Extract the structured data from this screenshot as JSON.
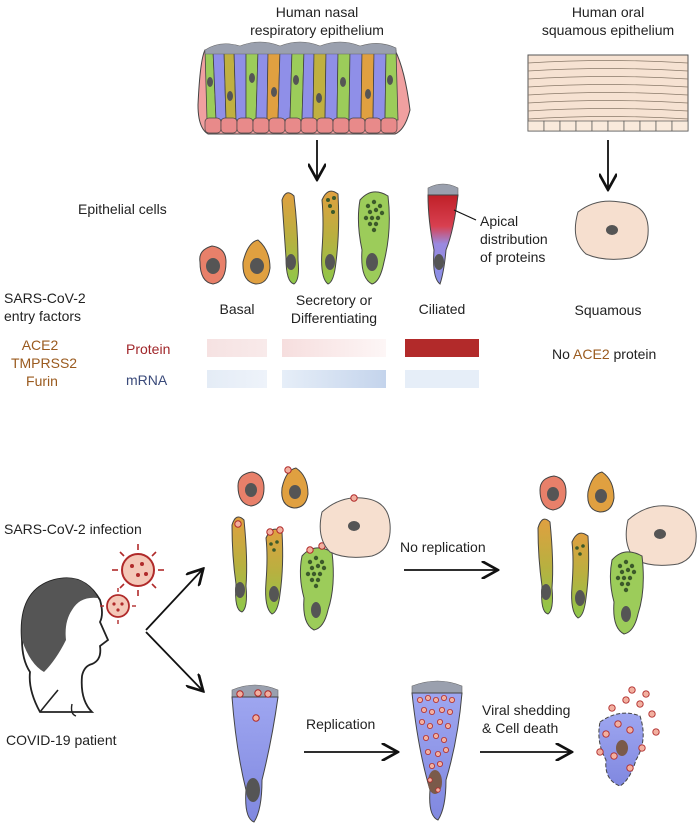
{
  "top": {
    "nasal_title_1": "Human nasal",
    "nasal_title_2": "respiratory epithelium",
    "oral_title_1": "Human oral",
    "oral_title_2": "squamous epithelium",
    "epithelial_cells": "Epithelial cells",
    "apical_1": "Apical",
    "apical_2": "distribution",
    "apical_3": "of proteins",
    "entry_1": "SARS-CoV-2",
    "entry_2": "entry factors",
    "factors": [
      "ACE2",
      "TMPRSS2",
      "Furin"
    ],
    "basal": "Basal",
    "secretory_1": "Secretory or",
    "secretory_2": "Differentiating",
    "ciliated": "Ciliated",
    "squamous": "Squamous",
    "protein": "Protein",
    "mrna": "mRNA",
    "no_ace2_prefix": "No",
    "no_ace2_gene": "ACE2",
    "no_ace2_suffix": "protein"
  },
  "bottom": {
    "infection": "SARS-CoV-2 infection",
    "patient": "COVID-19 patient",
    "no_replication": "No replication",
    "replication": "Replication",
    "shedding_1": "Viral shedding",
    "shedding_2": "& Cell death"
  },
  "colors": {
    "gene_brown": "#9a5a1e",
    "protein_red": "#a0262a",
    "mrna_blue": "#3a4a7a",
    "ciliated_cell": "#8f8fe8",
    "secretory_green": "#9ccc5a",
    "basal_orange": "#e0a040",
    "squamous_beige": "#f6dfcf"
  }
}
